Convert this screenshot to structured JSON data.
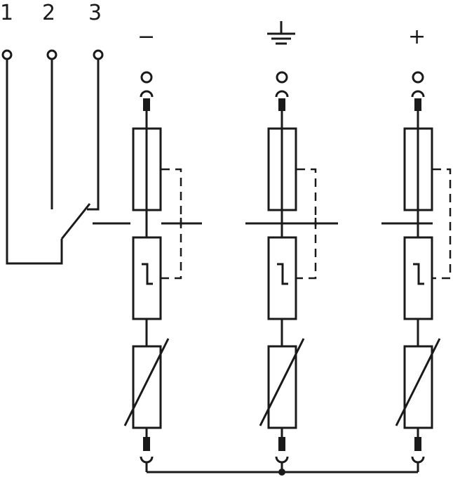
{
  "terminals": {
    "t1": "1",
    "t2": "2",
    "t3": "3"
  },
  "poles": {
    "negative": "−",
    "positive": "+"
  },
  "icons": {
    "ground": "ground-icon"
  }
}
